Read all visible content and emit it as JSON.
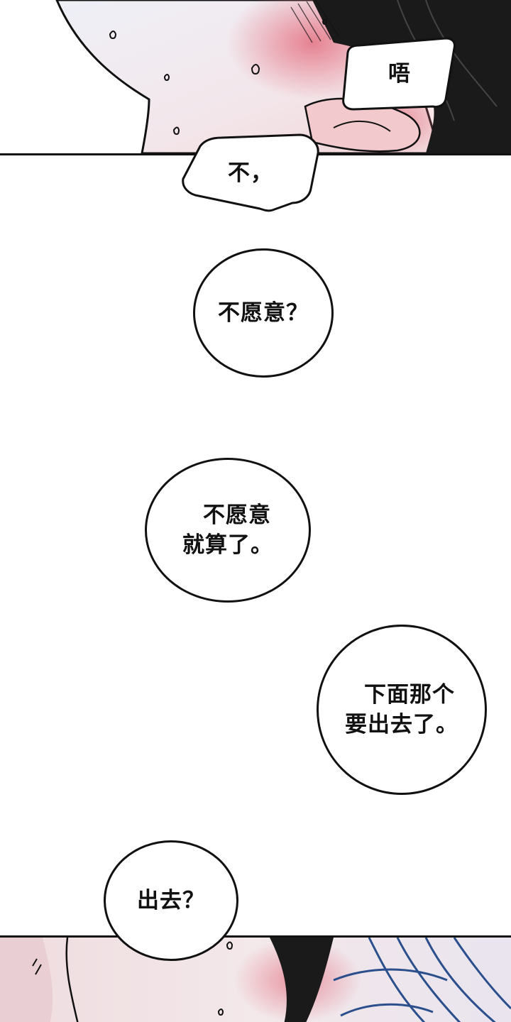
{
  "bubbles": {
    "wu": "唔",
    "bu": "不，",
    "buyuanyi_q": "不愿意？",
    "buyuanyi_line1": "不愿意",
    "buyuanyi_line2": "就算了。",
    "xiamian_line1": "下面那个",
    "xiamian_line2": "要出去了。",
    "chuqu_q": "出去？"
  },
  "colors": {
    "ink": "#111111",
    "skin": "#f3e4e6",
    "blush": "#e88a95",
    "hair": "#1a1a1a",
    "eye_blue": "#2a4f8c"
  },
  "icons": [
    "sweat-drop-icon",
    "hair-illustration",
    "face-illustration",
    "eye-illustration"
  ]
}
